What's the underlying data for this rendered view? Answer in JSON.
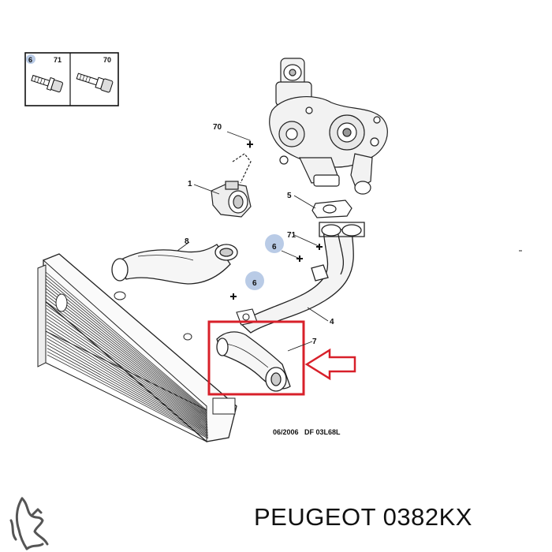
{
  "legend_box": {
    "labels": [
      "6",
      "71",
      "70"
    ],
    "highlight_color": "#b9cbe6"
  },
  "callouts": {
    "p70": "70",
    "p1": "1",
    "p5": "5",
    "p8": "8",
    "p71": "71",
    "p6a": "6",
    "p6b": "6",
    "p4": "4",
    "p7": "7"
  },
  "footer_code": "06/2006   DF 03L68L",
  "caption": "PEUGEOT 0382KX",
  "colors": {
    "highlight_box": "#d8202a",
    "arrow": "#d8202a",
    "marker_blue": "#b9cbe6"
  },
  "icons": [
    "peugeot-lion-logo-icon",
    "bolt-icon",
    "flanged-bolt-icon",
    "turbocharger-icon",
    "intercooler-icon",
    "hose-icon",
    "clamp-icon",
    "arrow-left-icon"
  ]
}
